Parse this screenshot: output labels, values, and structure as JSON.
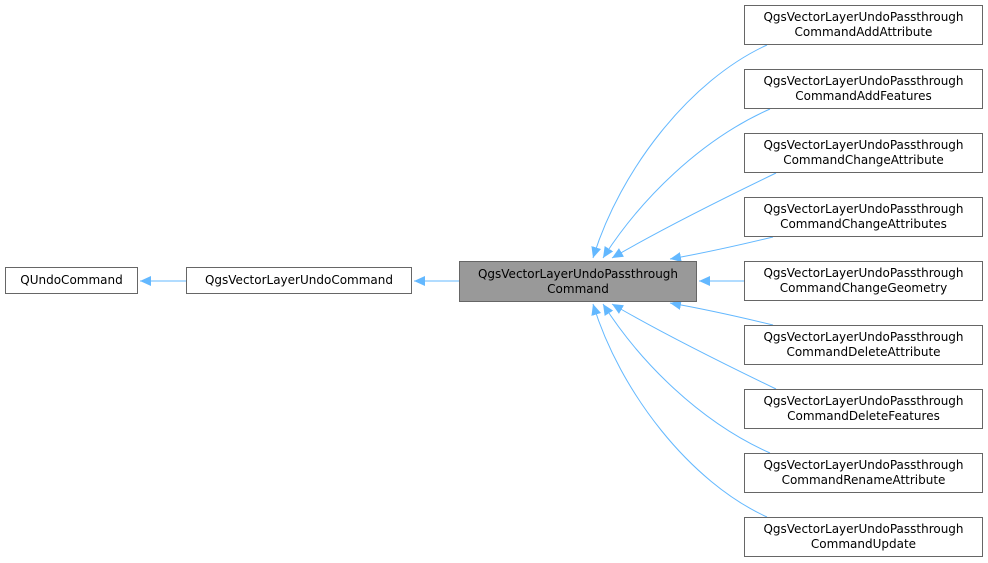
{
  "colors": {
    "edge": "#63b8ff",
    "node_border": "#666666",
    "current_fill": "#999999"
  },
  "nodes": {
    "qundo": {
      "lines": [
        "QUndoCommand"
      ]
    },
    "layer_undo": {
      "lines": [
        "QgsVectorLayerUndoCommand"
      ]
    },
    "passthrough": {
      "lines": [
        "QgsVectorLayerUndoPassthrough",
        "Command"
      ]
    },
    "children": [
      {
        "lines": [
          "QgsVectorLayerUndoPassthrough",
          "CommandAddAttribute"
        ]
      },
      {
        "lines": [
          "QgsVectorLayerUndoPassthrough",
          "CommandAddFeatures"
        ]
      },
      {
        "lines": [
          "QgsVectorLayerUndoPassthrough",
          "CommandChangeAttribute"
        ]
      },
      {
        "lines": [
          "QgsVectorLayerUndoPassthrough",
          "CommandChangeAttributes"
        ]
      },
      {
        "lines": [
          "QgsVectorLayerUndoPassthrough",
          "CommandChangeGeometry"
        ]
      },
      {
        "lines": [
          "QgsVectorLayerUndoPassthrough",
          "CommandDeleteAttribute"
        ]
      },
      {
        "lines": [
          "QgsVectorLayerUndoPassthrough",
          "CommandDeleteFeatures"
        ]
      },
      {
        "lines": [
          "QgsVectorLayerUndoPassthrough",
          "CommandRenameAttribute"
        ]
      },
      {
        "lines": [
          "QgsVectorLayerUndoPassthrough",
          "CommandUpdate"
        ]
      }
    ]
  }
}
